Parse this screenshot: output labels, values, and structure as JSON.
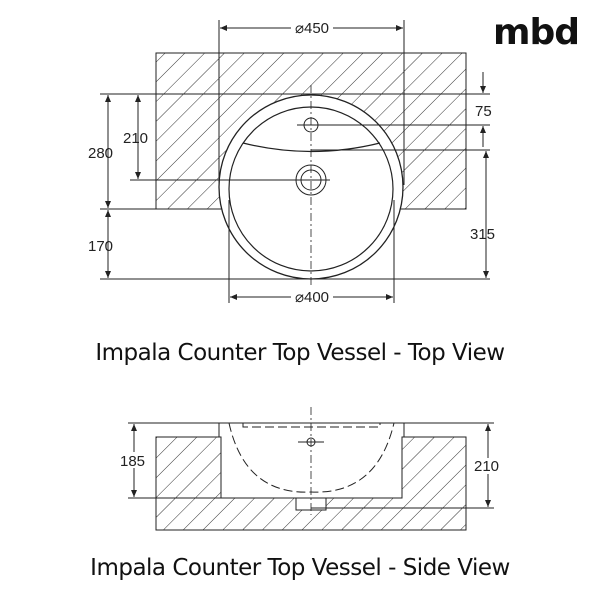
{
  "logo": "mbd",
  "top_view": {
    "title": "Impala Counter Top Vessel - Top View",
    "dims": {
      "outer_diameter": "⌀450",
      "inner_diameter": "⌀400",
      "d280": "280",
      "d210": "210",
      "d170": "170",
      "d75": "75",
      "d315": "315"
    }
  },
  "side_view": {
    "title": "Impala Counter Top Vessel - Side View",
    "dims": {
      "d185": "185",
      "d210": "210"
    }
  }
}
